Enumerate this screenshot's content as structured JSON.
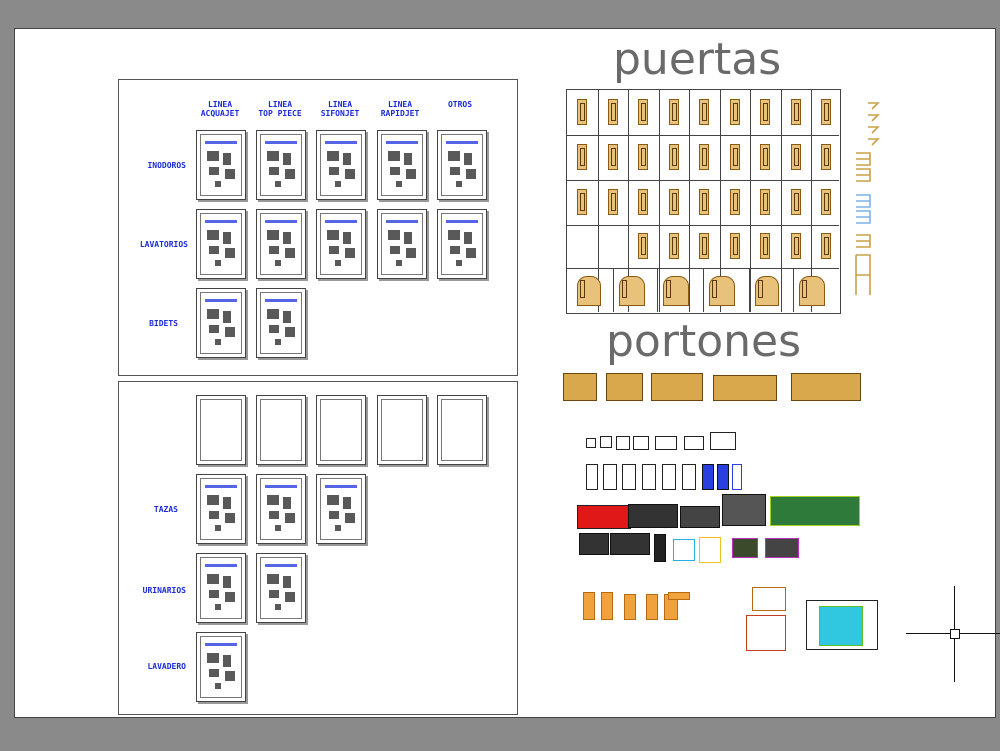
{
  "panel_top": {
    "columns": [
      "LINEA\nACQUAJET",
      "LINEA\nTOP  PIECE",
      "LINEA\nSIFONJET",
      "LINEA\nRAPIDJET",
      "OTROS"
    ],
    "rows": [
      "INODOROS",
      "LAVATORIOS",
      "BIDETS"
    ]
  },
  "panel_bottom": {
    "rows": [
      "TAZAS",
      "URINARIOS",
      "LAVADERO"
    ]
  },
  "section_doors": "puertas",
  "section_gates": "portones",
  "colors": {
    "sheet_bg": "#ffffff",
    "outer_bg": "#8a8a8a",
    "label_blue": "#1a2bd6",
    "door_fill": "#e8c27a",
    "door_stroke": "#8a5a12",
    "orange": "#f0a23c"
  }
}
